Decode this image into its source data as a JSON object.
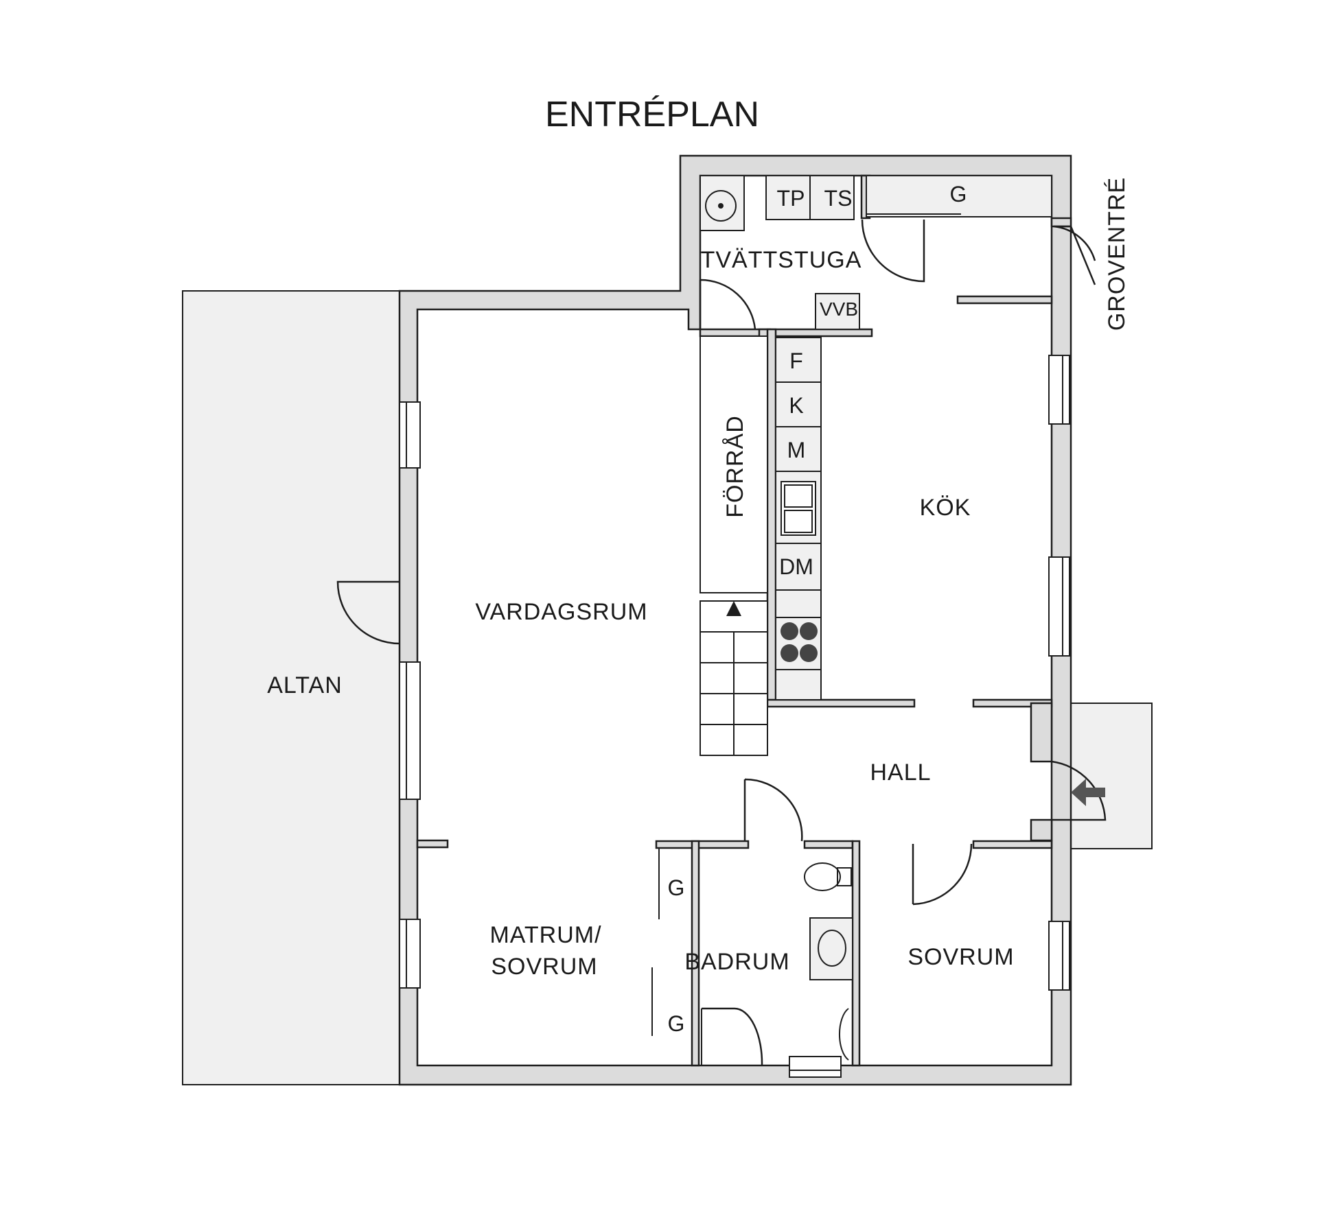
{
  "title": "ENTRÉPLAN",
  "rooms": {
    "altan": "ALTAN",
    "vardagsrum": "VARDAGSRUM",
    "matrum_line1": "MATRUM/",
    "matrum_line2": "SOVRUM",
    "tvattstuga": "TVÄTTSTUGA",
    "forrad": "FÖRRÅD",
    "kok": "KÖK",
    "hall": "HALL",
    "badrum": "BADRUM",
    "sovrum": "SOVRUM",
    "groventre": "GROVENTRÉ"
  },
  "fixtures": {
    "tp": "TP",
    "ts": "TS",
    "g_laundry": "G",
    "vvb": "VVB",
    "f": "F",
    "k": "K",
    "m": "M",
    "dm": "DM",
    "g_wardrobe_1": "G",
    "g_wardrobe_2": "G"
  },
  "colors": {
    "wall_fill": "#dcdcdc",
    "deck_fill": "#f0f0f0",
    "line": "#1e1e1e",
    "text": "#1a1a1a"
  }
}
